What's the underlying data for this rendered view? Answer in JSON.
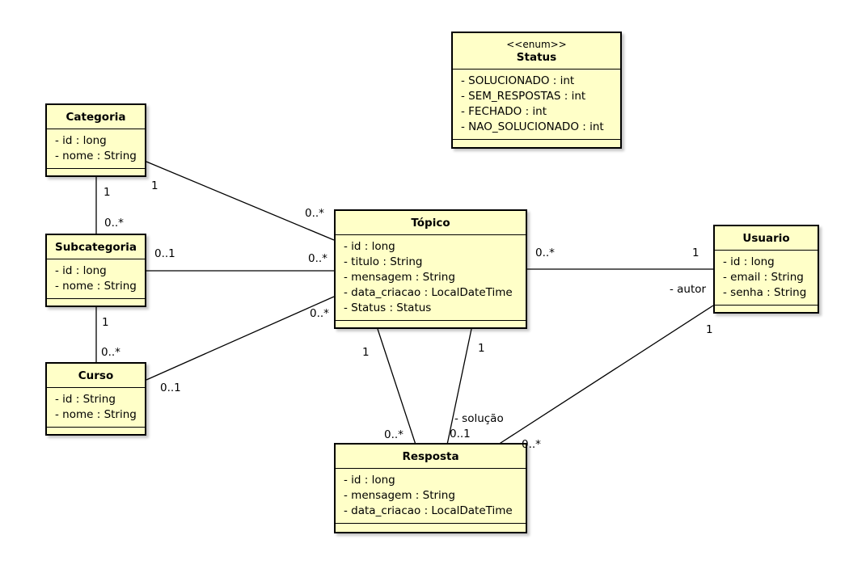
{
  "classes": {
    "status": {
      "stereotype": "<<enum>>",
      "name": "Status",
      "attributes": [
        "- SOLUCIONADO : int",
        "- SEM_RESPOSTAS : int",
        "- FECHADO : int",
        "- NAO_SOLUCIONADO : int"
      ]
    },
    "categoria": {
      "name": "Categoria",
      "attributes": [
        "- id : long",
        "- nome : String"
      ]
    },
    "subcategoria": {
      "name": "Subcategoria",
      "attributes": [
        "- id : long",
        "- nome : String"
      ]
    },
    "curso": {
      "name": "Curso",
      "attributes": [
        "- id : String",
        "- nome : String"
      ]
    },
    "topico": {
      "name": "Tópico",
      "attributes": [
        "- id : long",
        "- titulo : String",
        "- mensagem : String",
        "- data_criacao : LocalDateTime",
        "- Status : Status"
      ]
    },
    "usuario": {
      "name": "Usuario",
      "attributes": [
        "- id : long",
        "- email : String",
        "- senha : String"
      ]
    },
    "resposta": {
      "name": "Resposta",
      "attributes": [
        "- id : long",
        "- mensagem : String",
        "- data_criacao : LocalDateTime"
      ]
    }
  },
  "labels": {
    "cat_top_1": "1",
    "cat_top_many": "0..*",
    "cat_sub_1": "1",
    "cat_sub_many": "0..*",
    "sub_top_01": "0..1",
    "sub_top_many": "0..*",
    "sub_cur_1": "1",
    "sub_cur_many": "0..*",
    "cur_top_01": "0..1",
    "cur_top_many": "0..*",
    "top_usr_many": "0..*",
    "top_usr_1": "1",
    "autor_role": "- autor",
    "usr_resp_1": "1",
    "usr_resp_many": "0..*",
    "top_resp_1": "1",
    "top_resp_many": "0..*",
    "sol_1": "1",
    "sol_role": "- solução",
    "sol_01": "0..1"
  }
}
